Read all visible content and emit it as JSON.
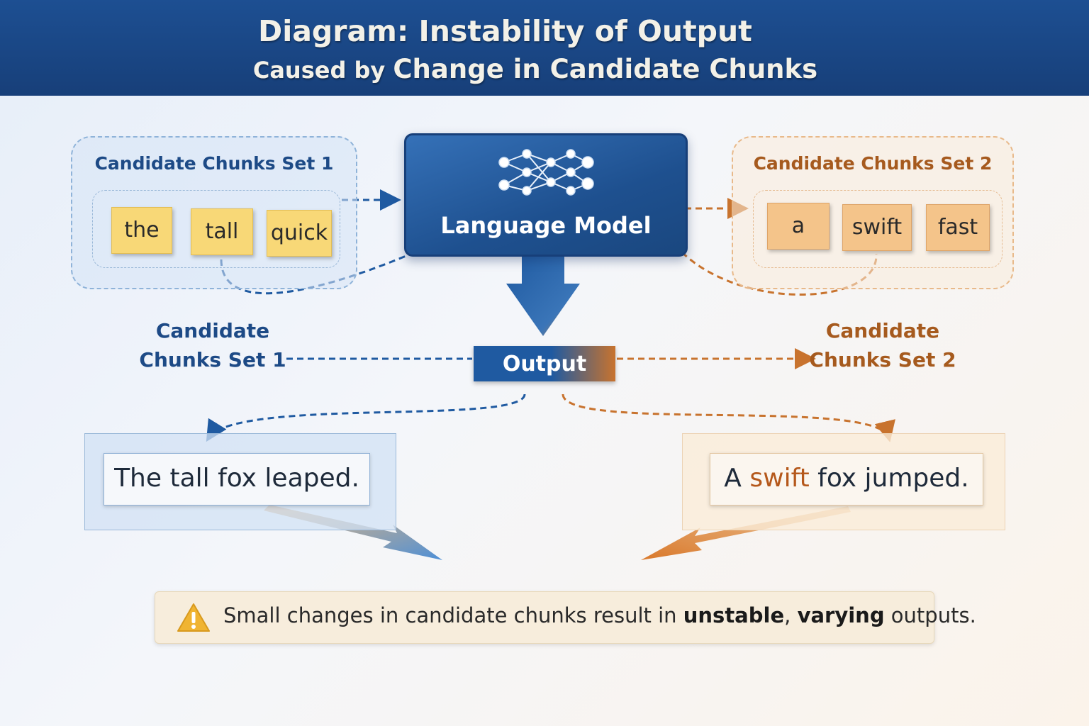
{
  "header": {
    "title_line1": "Diagram: Instability of Output",
    "title_line2_part1": "Caused by ",
    "title_line2_part2": "Change in Candidate Chunks"
  },
  "set1": {
    "title": "Candidate Chunks Set 1",
    "chunks": [
      "the",
      "tall",
      "quick"
    ],
    "color": "#1d4a86"
  },
  "set2": {
    "title": "Candidate Chunks Set 2",
    "chunks": [
      "a",
      "swift",
      "fast"
    ],
    "color": "#a65a1e"
  },
  "model": {
    "label": "Language Model",
    "icon": "neural-network-icon"
  },
  "output": {
    "label": "Output"
  },
  "side_labels": {
    "left_line1": "Candidate",
    "left_line2": "Chunks Set 1",
    "right_line1": "Candidate",
    "right_line2": "Chunks Set 2"
  },
  "results": {
    "left_sentence": "The tall fox leaped.",
    "right_before": "A ",
    "right_highlight": "swift",
    "right_after": " fox jumped."
  },
  "note": {
    "icon": "warning-icon",
    "part1": "Small changes in candidate chunks result in ",
    "bold1": "unstable",
    "part2": ", ",
    "bold2": "varying",
    "part3": " outputs."
  }
}
